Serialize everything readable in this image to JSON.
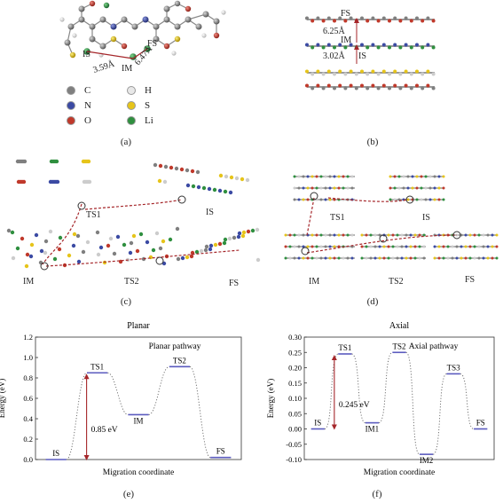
{
  "panels": {
    "a": {
      "label": "(a)",
      "annotations": {
        "is": "IS",
        "im": "IM",
        "fs": "FS",
        "d1": "3.59Å",
        "d2": "6.47Å"
      },
      "legend": [
        {
          "symbol": "C",
          "color": "#7f7f7f"
        },
        {
          "symbol": "H",
          "color": "#e8e8e8"
        },
        {
          "symbol": "N",
          "color": "#3b4aa3"
        },
        {
          "symbol": "S",
          "color": "#e6c41a"
        },
        {
          "symbol": "O",
          "color": "#c0392b"
        },
        {
          "symbol": "Li",
          "color": "#2f8f3f"
        }
      ]
    },
    "b": {
      "label": "(b)",
      "annotations": {
        "fs": "FS",
        "im": "IM",
        "is": "IS",
        "d1": "6.25Å",
        "d2": "3.02Å"
      }
    },
    "c": {
      "label": "(c)",
      "annotations": {
        "ts1": "TS1",
        "is": "IS",
        "im": "IM",
        "ts2": "TS2",
        "fs": "FS"
      }
    },
    "d": {
      "label": "(d)",
      "annotations": {
        "ts1": "TS1",
        "is": "IS",
        "im": "IM",
        "ts2": "TS2",
        "fs": "FS"
      }
    },
    "e": {
      "label": "(e)"
    },
    "f": {
      "label": "(f)"
    }
  },
  "chart_data": [
    {
      "type": "line",
      "title": "Planar",
      "subtitle": "Planar pathway",
      "xlabel": "Migration coordinate",
      "ylabel": "Energy (eV)",
      "ylim": [
        0.0,
        1.2
      ],
      "yticks": [
        "0.0",
        "0.2",
        "0.4",
        "0.6",
        "0.8",
        "1.0",
        "1.2"
      ],
      "series": [
        {
          "states": [
            "IS",
            "TS1",
            "IM",
            "TS2",
            "FS"
          ],
          "values": [
            0.0,
            0.85,
            0.44,
            0.91,
            0.02
          ]
        }
      ],
      "annotation": {
        "text": "0.85 eV",
        "from": 0.0,
        "to": 0.85
      },
      "line_color": "#5b5bbf",
      "arrow_color": "#a5262a"
    },
    {
      "type": "line",
      "title": "Axial",
      "subtitle": "Axial pathway",
      "xlabel": "Migration coordinate",
      "ylabel": "Energy (eV)",
      "ylim": [
        -0.1,
        0.3
      ],
      "yticks": [
        "-0.10",
        "-0.05",
        "0.00",
        "0.05",
        "0.10",
        "0.15",
        "0.20",
        "0.25",
        "0.30"
      ],
      "series": [
        {
          "states": [
            "IS",
            "TS1",
            "IM1",
            "TS2",
            "IM2",
            "TS3",
            "FS"
          ],
          "values": [
            0.0,
            0.245,
            0.02,
            0.25,
            -0.083,
            0.18,
            0.0
          ]
        }
      ],
      "annotation": {
        "text": "0.245 eV",
        "from": 0.0,
        "to": 0.245
      },
      "line_color": "#5b5bbf",
      "arrow_color": "#a5262a"
    }
  ]
}
